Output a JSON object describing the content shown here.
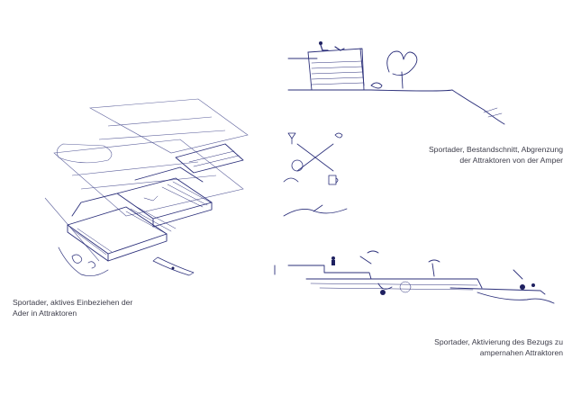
{
  "captions": {
    "left": {
      "line1": "Sportader, aktives Einbeziehen der",
      "line2": "Ader in Attraktoren"
    },
    "top_right": {
      "line1": "Sportader, Bestandschnitt, Abgrenzung",
      "line2": "der Attraktoren von der Amper"
    },
    "bottom_right": {
      "line1": "Sportader, Aktivierung des Bezugs zu",
      "line2": "ampernahen Attraktoren"
    }
  },
  "colors": {
    "ink": "#2b2f7a",
    "caption_text": "#3d3d4a",
    "background": "#ffffff"
  }
}
